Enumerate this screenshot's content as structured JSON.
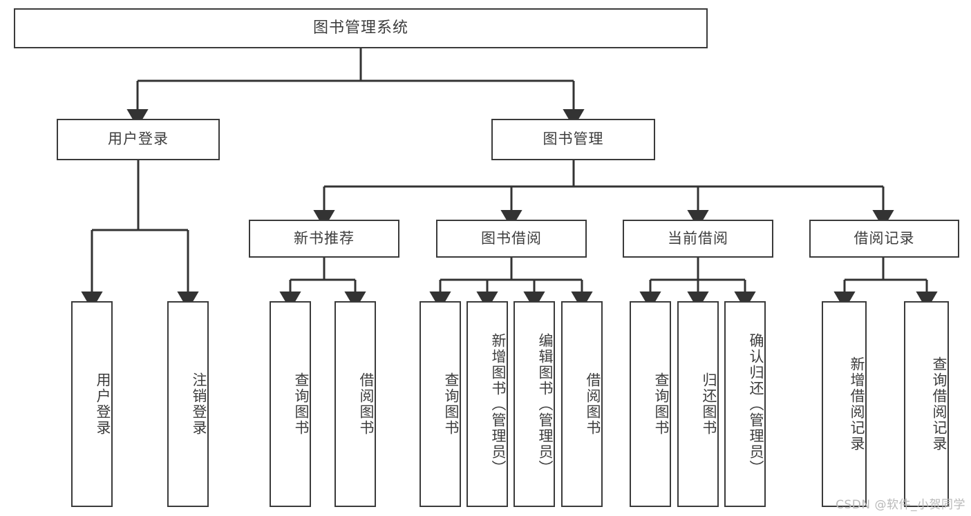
{
  "diagram": {
    "title": "图书管理系统",
    "watermark": "CSDN @软件_小贺同学",
    "colors": {
      "border": "#3a3a3a",
      "text": "#3d3d3d",
      "background": "#ffffff",
      "connector": "#333333",
      "watermark": "#b9b9b9"
    },
    "root": {
      "label": "图书管理系统"
    },
    "level1": [
      {
        "label": "用户登录"
      },
      {
        "label": "图书管理"
      }
    ],
    "level2": [
      {
        "label": "新书推荐"
      },
      {
        "label": "图书借阅"
      },
      {
        "label": "当前借阅"
      },
      {
        "label": "借阅记录"
      }
    ],
    "leaves": {
      "user_login": [
        {
          "label": "用户登录"
        },
        {
          "label": "注销登录"
        }
      ],
      "new_book": [
        {
          "label": "查询图书"
        },
        {
          "label": "借阅图书"
        }
      ],
      "book_borrow": [
        {
          "label": "查询图书"
        },
        {
          "label": "新增图书（管理员）"
        },
        {
          "label": "编辑图书（管理员）"
        },
        {
          "label": "借阅图书"
        }
      ],
      "current_borrow": [
        {
          "label": "查询图书"
        },
        {
          "label": "归还图书"
        },
        {
          "label": "确认归还（管理员）"
        }
      ],
      "borrow_record": [
        {
          "label": "新增借阅记录"
        },
        {
          "label": "查询借阅记录"
        }
      ]
    }
  }
}
